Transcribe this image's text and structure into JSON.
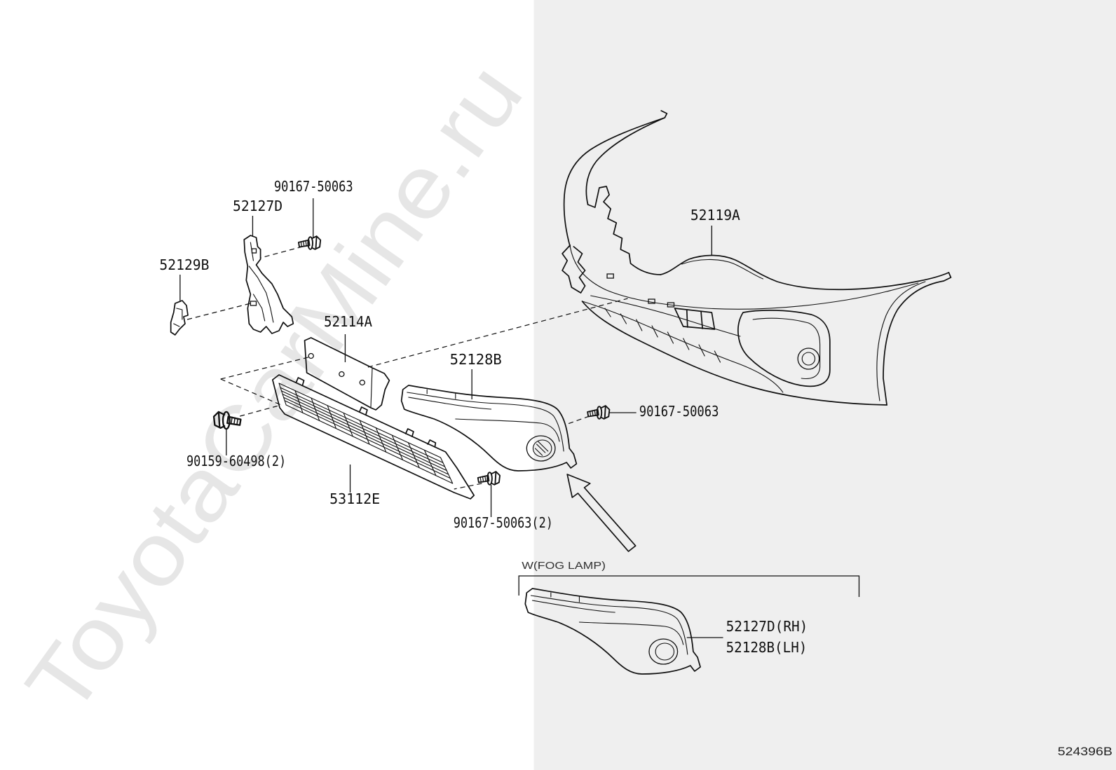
{
  "watermark": "ToyotaCarMine.ru",
  "diagram_code": "524396B",
  "colors": {
    "line": "#111111",
    "panel_left": "#ffffff",
    "panel_right": "#efefef",
    "watermark": "#e6e6e6"
  },
  "callouts": {
    "bolt_top": "90167-50063",
    "bracket": "52127D",
    "clip": "52129B",
    "plate": "52114A",
    "fog_cover": "52128B",
    "bumper": "52119A",
    "bolt_right": "90167-50063",
    "bolt_left": "90159-60498(2)",
    "grille": "53112E",
    "bolt_bottom": "90167-50063(2)"
  },
  "inset": {
    "title": "W(FOG LAMP)",
    "label_rh": "52127D(RH)",
    "label_lh": "52128B(LH)"
  }
}
